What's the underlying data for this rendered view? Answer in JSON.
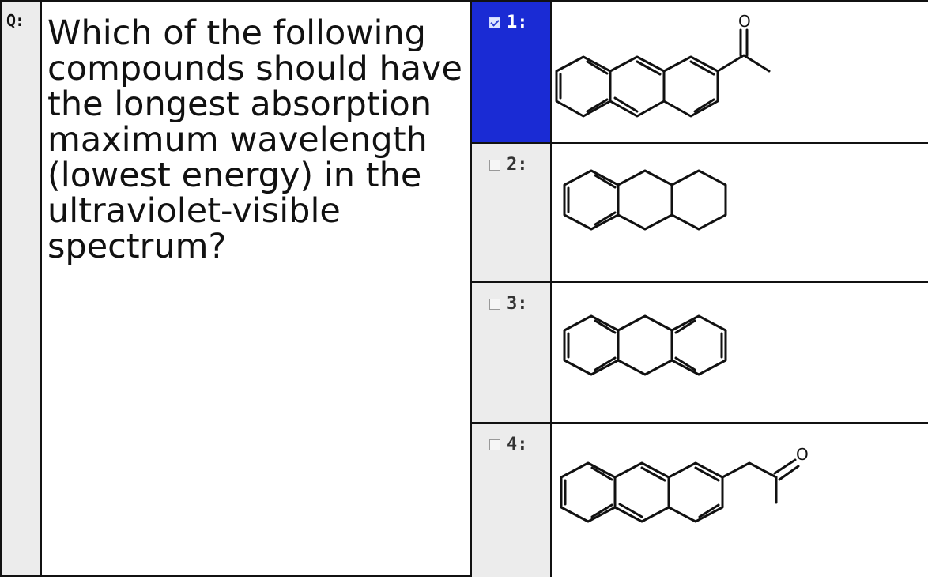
{
  "question": {
    "label": "Q:",
    "text": "Which of the following compounds should have the longest absorption maximum wavelength (lowest energy) in the ultraviolet-visible spectrum?"
  },
  "answers": [
    {
      "label": "1:",
      "selected": true,
      "structure": "2-acetylanthracene",
      "atom_label": "O"
    },
    {
      "label": "2:",
      "selected": false,
      "structure": "1,2,3,4,4a,9,9a,10-octahydroanthracene"
    },
    {
      "label": "3:",
      "selected": false,
      "structure": "9,10-dihydroanthracene"
    },
    {
      "label": "4:",
      "selected": false,
      "structure": "1-(anthracen-2-yl)propan-2-one",
      "atom_label": "O"
    }
  ],
  "colors": {
    "selected_bg": "#1a2bd4",
    "strip_bg": "#ececec",
    "border": "#111111"
  }
}
